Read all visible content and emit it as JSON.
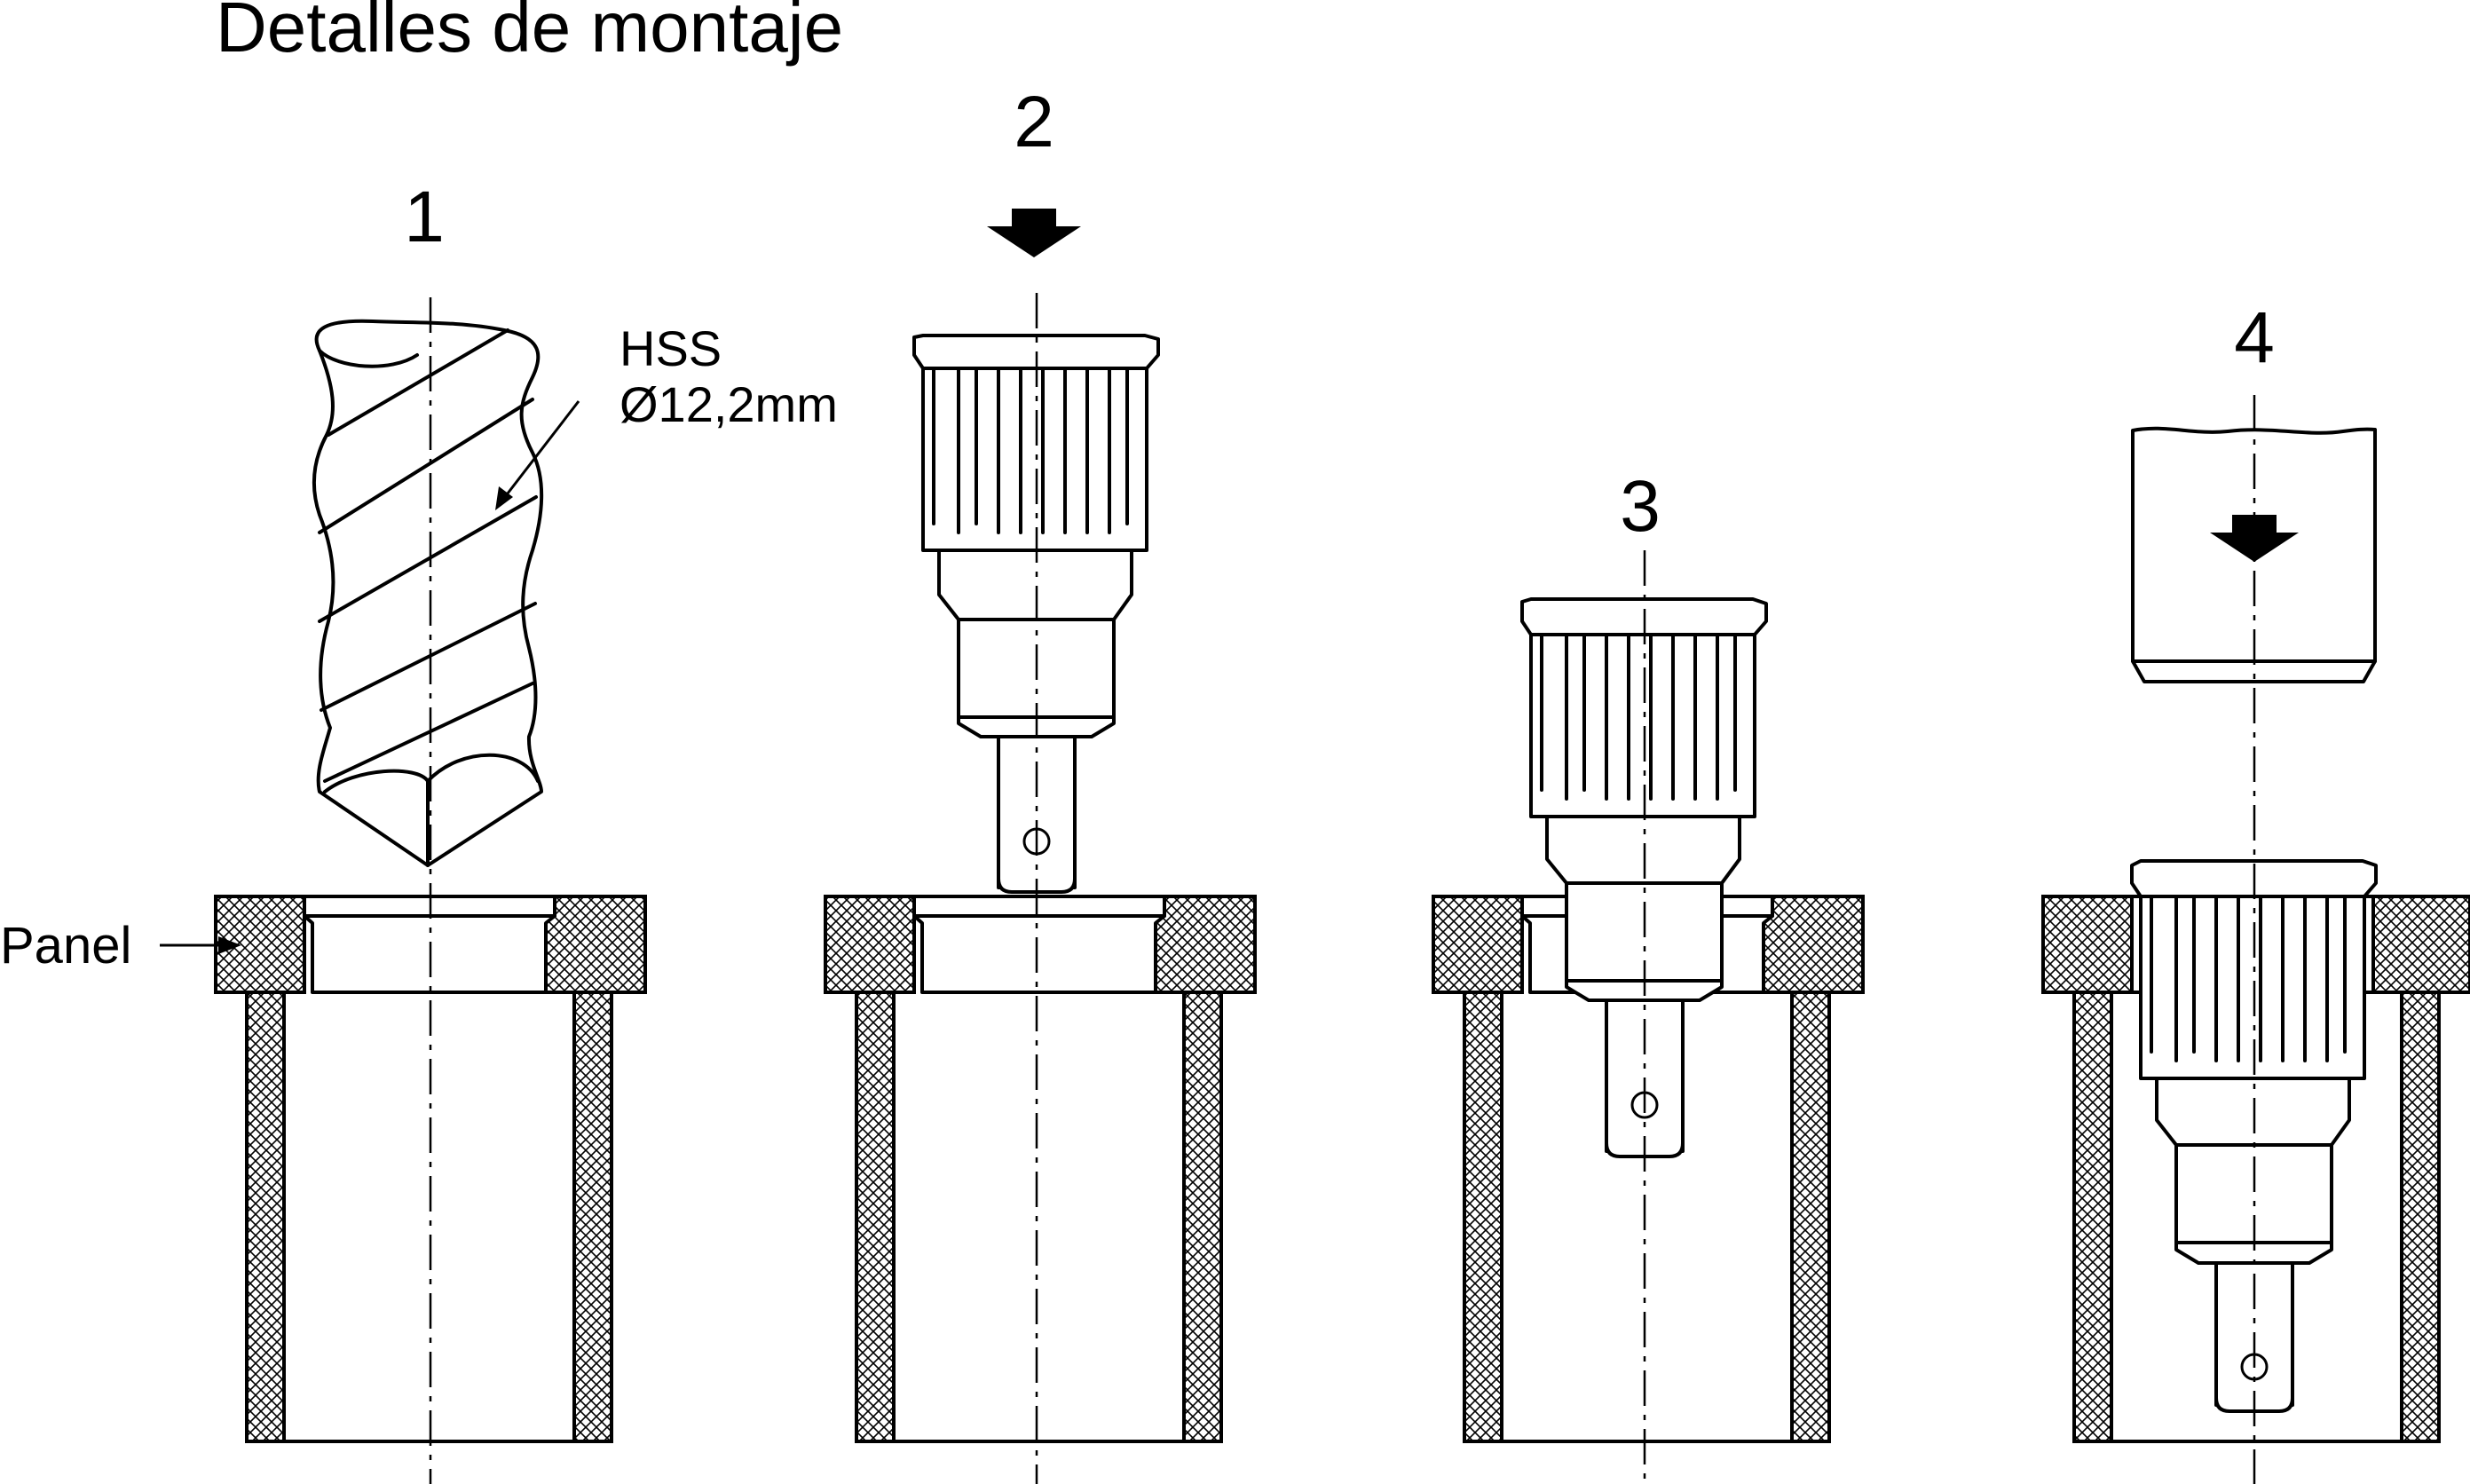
{
  "title": "Detalles de montaje",
  "steps": [
    {
      "number": "1"
    },
    {
      "number": "2"
    },
    {
      "number": "3"
    },
    {
      "number": "4"
    }
  ],
  "drill_label": {
    "line1": "HSS",
    "line2": "Ø12,2mm"
  },
  "panel_label": "Panel",
  "colors": {
    "line": "#000000",
    "background": "#ffffff"
  },
  "icons": {
    "press_arrow": "down-arrow-icon"
  }
}
